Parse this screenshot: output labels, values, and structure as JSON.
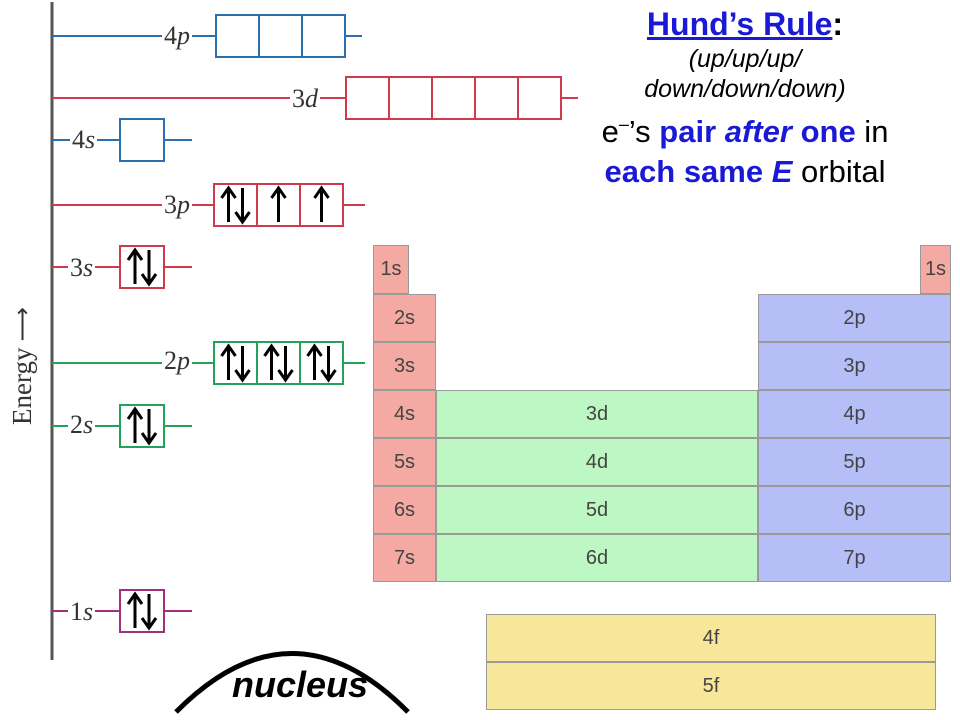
{
  "title": {
    "heading": "Hund’s Rule",
    "colon": ":",
    "line1": "(up/up/up/",
    "line2": "down/down/down)",
    "line3a": "e",
    "line3sup": "–",
    "line3b": "’s ",
    "line3c": "pair ",
    "line3d": "after",
    "line3e": " one",
    "line3f": " in",
    "line4a": "each same ",
    "line4b": "E",
    "line4c": " orbital"
  },
  "axis": {
    "label": "Energy",
    "arrow": "⟶"
  },
  "nucleus_label": "nucleus",
  "colors": {
    "blue": "#2a6fb0",
    "red": "#cf3b4a",
    "green": "#23a35a",
    "purple": "#a0307a",
    "s_block": "#f4aaa2",
    "p_block": "#b5bef7",
    "d_block": "#bdf7c3",
    "f_block": "#f7e79a"
  },
  "levels": [
    {
      "name": "4s",
      "num": "4",
      "sub": "s",
      "boxes": 1,
      "electrons": [
        0
      ],
      "color": "#2a6fb0"
    },
    {
      "name": "4p",
      "num": "4",
      "sub": "p",
      "boxes": 3,
      "electrons": [
        0,
        0,
        0
      ],
      "color": "#2a6fb0"
    },
    {
      "name": "3d",
      "num": "3",
      "sub": "d",
      "boxes": 5,
      "electrons": [
        0,
        0,
        0,
        0,
        0
      ],
      "color": "#cf3b4a"
    },
    {
      "name": "3s",
      "num": "3",
      "sub": "s",
      "boxes": 1,
      "electrons": [
        2
      ],
      "color": "#cf3b4a"
    },
    {
      "name": "3p",
      "num": "3",
      "sub": "p",
      "boxes": 3,
      "electrons": [
        2,
        1,
        1
      ],
      "color": "#cf3b4a"
    },
    {
      "name": "2s",
      "num": "2",
      "sub": "s",
      "boxes": 1,
      "electrons": [
        2
      ],
      "color": "#23a35a"
    },
    {
      "name": "2p",
      "num": "2",
      "sub": "p",
      "boxes": 3,
      "electrons": [
        2,
        2,
        2
      ],
      "color": "#23a35a"
    },
    {
      "name": "1s",
      "num": "1",
      "sub": "s",
      "boxes": 1,
      "electrons": [
        2
      ],
      "color": "#a0307a"
    }
  ],
  "periodic_table": {
    "s_left": [
      "1s",
      "2s",
      "3s",
      "4s",
      "5s",
      "6s",
      "7s"
    ],
    "s_right": "1s",
    "p": [
      "2p",
      "3p",
      "4p",
      "5p",
      "6p",
      "7p"
    ],
    "d": [
      "3d",
      "4d",
      "5d",
      "6d"
    ],
    "f": [
      "4f",
      "5f"
    ]
  }
}
